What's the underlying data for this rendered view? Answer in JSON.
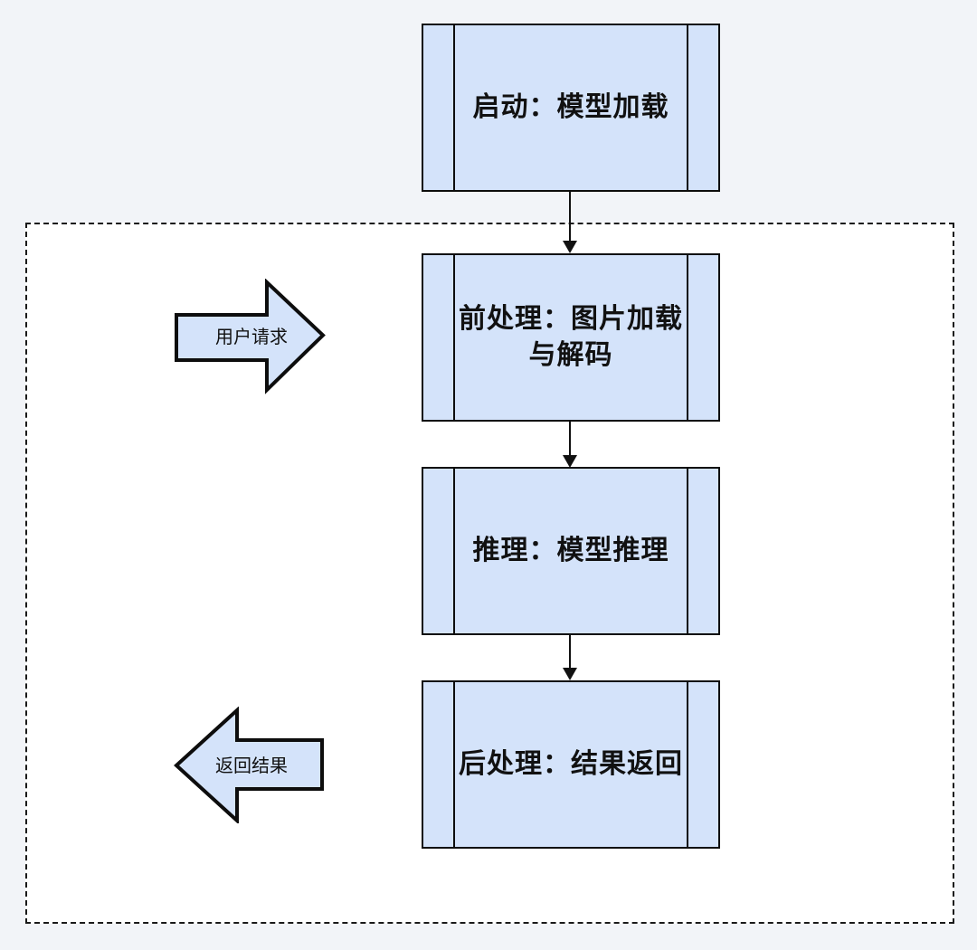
{
  "diagram": {
    "type": "flowchart",
    "colors": {
      "page_bg": "#f2f4f8",
      "panel_bg": "#ffffff",
      "node_fill": "#d4e3fa",
      "node_stroke": "#0d0d0d",
      "text": "#111111"
    },
    "nodes": [
      {
        "id": "startup",
        "shape": "predefined-process",
        "lines": [
          "启动：模型加载"
        ]
      },
      {
        "id": "preprocess",
        "shape": "predefined-process",
        "lines": [
          "前处理：图片加载",
          "与解码"
        ]
      },
      {
        "id": "inference",
        "shape": "predefined-process",
        "lines": [
          "推理：模型推理"
        ]
      },
      {
        "id": "postprocess",
        "shape": "predefined-process",
        "lines": [
          "后处理：结果返回"
        ]
      }
    ],
    "connectors": [
      {
        "from": "startup",
        "to": "preprocess",
        "style": "arrow-down"
      },
      {
        "from": "preprocess",
        "to": "inference",
        "style": "arrow-down"
      },
      {
        "from": "inference",
        "to": "postprocess",
        "style": "arrow-down"
      }
    ],
    "side_arrows": [
      {
        "id": "user-request",
        "label": "用户请求",
        "direction": "right"
      },
      {
        "id": "return-result",
        "label": "返回结果",
        "direction": "left"
      }
    ]
  }
}
